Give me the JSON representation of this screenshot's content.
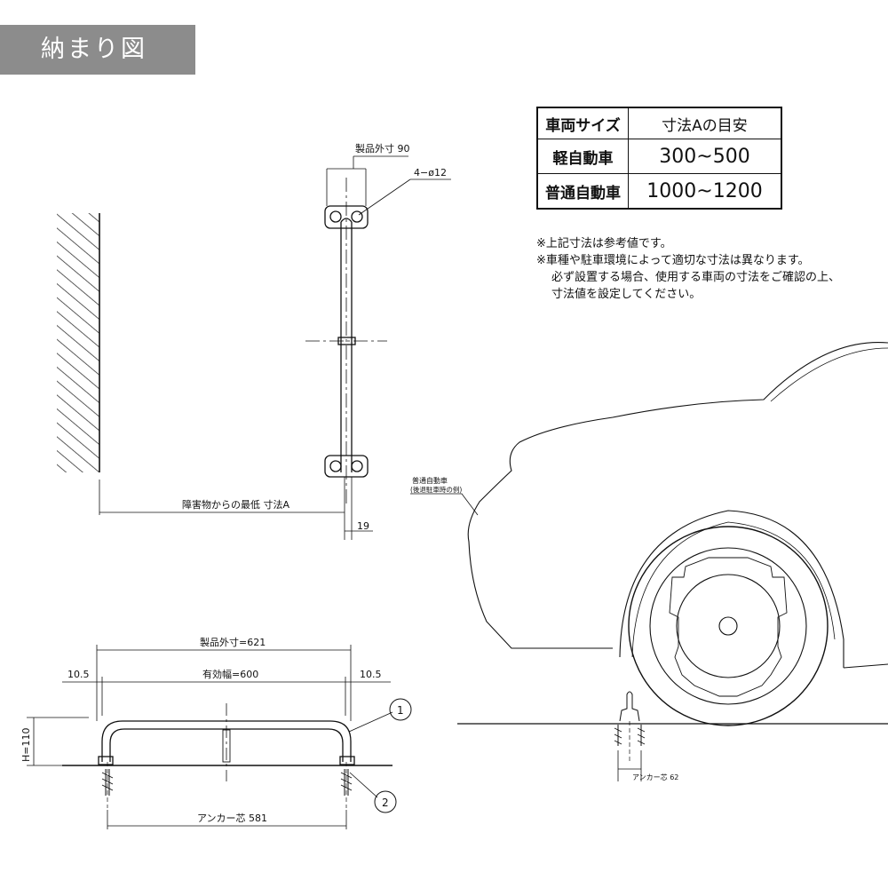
{
  "header": {
    "title": "納まり図"
  },
  "table": {
    "header": [
      "車両サイズ",
      "寸法Aの目安"
    ],
    "rows": [
      [
        "軽自動車",
        "300~500"
      ],
      [
        "普通自動車",
        "1000~1200"
      ]
    ]
  },
  "notes": [
    "※上記寸法は参考値です。",
    "※車種や駐車環境によって適切な寸法は異なります。",
    "必ず設置する場合、使用する車両の寸法をご確認の上、",
    "寸法値を設定してください。"
  ],
  "top_view": {
    "dim_width": "製品外寸 90",
    "dim_holes": "4−ø12",
    "dim_distance": "障害物からの最低 寸法A",
    "dim_offset": "19"
  },
  "front_view": {
    "dim_overall": "製品外寸=621",
    "dim_effective": "有効幅=600",
    "dim_left": "10.5",
    "dim_right": "10.5",
    "dim_height": "H=110",
    "dim_anchor": "アンカー芯 581",
    "callout_1": "1",
    "callout_2": "2"
  },
  "car_view": {
    "label_vehicle": "普通自動車",
    "label_sub": "(後退駐車時の例)",
    "dim_anchor": "アンカー芯 62"
  }
}
